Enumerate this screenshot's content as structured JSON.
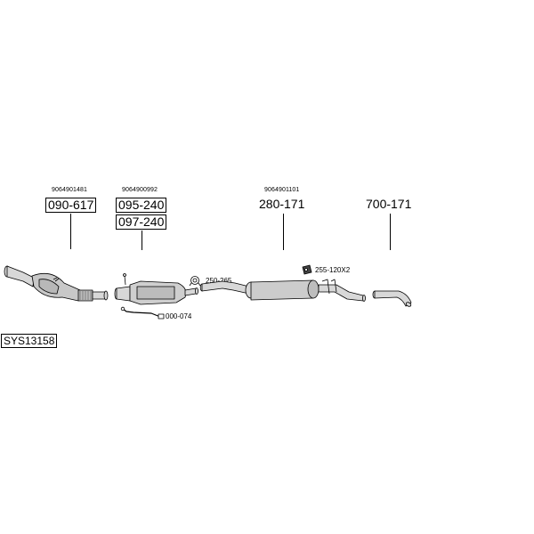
{
  "parts": [
    {
      "oem": "9064901481",
      "numbers": [
        "090-617"
      ],
      "framed": true
    },
    {
      "oem": "9064900992",
      "numbers": [
        "095-240",
        "097-240"
      ],
      "framed": true
    },
    {
      "oem": "9064901101",
      "numbers": [
        "280-171"
      ],
      "framed": false
    },
    {
      "oem": "",
      "numbers": [
        "700-171"
      ],
      "framed": false
    }
  ],
  "accessories": [
    {
      "label": "250-265"
    },
    {
      "label": "255-120X2"
    },
    {
      "label": "000-074"
    }
  ],
  "system_code": "SYS13158"
}
